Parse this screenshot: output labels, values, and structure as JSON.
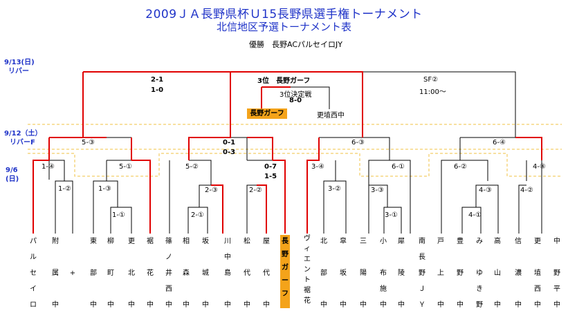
{
  "title": "2009ＪＡ長野県杯Ｕ15長野県選手権トーナメント",
  "subtitle": "北信地区予選トーナメント表",
  "champion": "優勝　長野ACパルセイロJY",
  "dates": {
    "d1": [
      "9/13(日)",
      "リバー"
    ],
    "d2": [
      "9/12（土）",
      "リバーF"
    ],
    "d3": [
      "9/6",
      "(日)"
    ]
  },
  "third_place": {
    "label": "3位　長野ガーフ",
    "match_label": "3位決定戦",
    "score": "8-0",
    "winner": "長野ガーフ",
    "loser": "更埴西中"
  },
  "final_left_scores": [
    "2-1",
    "1-0"
  ],
  "sf_label": [
    "SF②",
    "11:00～"
  ],
  "scores": {
    "r2a": "5-③",
    "r2b": "0-1",
    "r2b2": "0-3",
    "r2c": "6-③",
    "r2d": "6-④",
    "q1": "1-④",
    "q2": "5-①",
    "q3": "5-②",
    "q4": "0-7",
    "q4b": "1-5",
    "q5": "3-④",
    "q6": "6-①",
    "q7": "6-②",
    "q8": "4-④",
    "p1": "1-②",
    "p2": "1-③",
    "p3": "2-③",
    "p4": "2-②",
    "p5": "3-②",
    "p6": "3-③",
    "p7": "4-③",
    "p8": "4-②",
    "o1": "1-①",
    "o2": "2-①",
    "o3": "3-①",
    "o4": "4-①"
  },
  "teams": [
    [
      "パ",
      "ル",
      "セ",
      "イ",
      "ロ"
    ],
    [
      "附",
      "",
      "属",
      "",
      "中"
    ],
    [
      "",
      "",
      "+",
      "",
      ""
    ],
    [
      "東",
      "",
      "部",
      "",
      "中"
    ],
    [
      "柳",
      "",
      "町",
      "",
      "中"
    ],
    [
      "更",
      "",
      "北",
      "",
      "中"
    ],
    [
      "裾",
      "",
      "花",
      "",
      "中"
    ],
    [
      "篠",
      "ノ",
      "井",
      "西",
      "中"
    ],
    [
      "相",
      "",
      "森",
      "",
      "中"
    ],
    [
      "坂",
      "",
      "城",
      "",
      "中"
    ],
    [
      "川",
      "中",
      "島",
      "",
      "中"
    ],
    [
      "松",
      "",
      "代",
      "",
      "中"
    ],
    [
      "屋",
      "",
      "代",
      "",
      "中"
    ],
    [
      "長",
      "野",
      "ガ",
      "ー",
      "フ"
    ],
    [
      "ヴ",
      "ィ",
      "エ",
      "ン",
      "ト",
      "裾",
      "花"
    ],
    [
      "北",
      "",
      "部",
      "",
      "中"
    ],
    [
      "皐",
      "",
      "坂",
      "",
      "中"
    ],
    [
      "三",
      "",
      "陽",
      "",
      "中"
    ],
    [
      "小",
      "",
      "布",
      "施",
      "中"
    ],
    [
      "犀",
      "",
      "陵",
      "",
      "中"
    ],
    [
      "南",
      "長",
      "野",
      "Ｊ",
      "Ｙ"
    ],
    [
      "戸",
      "",
      "上",
      "",
      "中"
    ],
    [
      "豊",
      "",
      "野",
      "",
      "中"
    ],
    [
      "み",
      "",
      "ゆ",
      "き",
      "野"
    ],
    [
      "高",
      "",
      "山",
      "",
      "中"
    ],
    [
      "信",
      "",
      "濃",
      "",
      "中"
    ],
    [
      "更",
      "",
      "埴",
      "西",
      "中"
    ],
    [
      "中",
      "",
      "野",
      "平",
      "中"
    ]
  ],
  "colors": {
    "win": "#e00000",
    "line": "#000000",
    "accent": "#f4a31a",
    "title": "#1f33c8",
    "guide": "#f0c040"
  }
}
